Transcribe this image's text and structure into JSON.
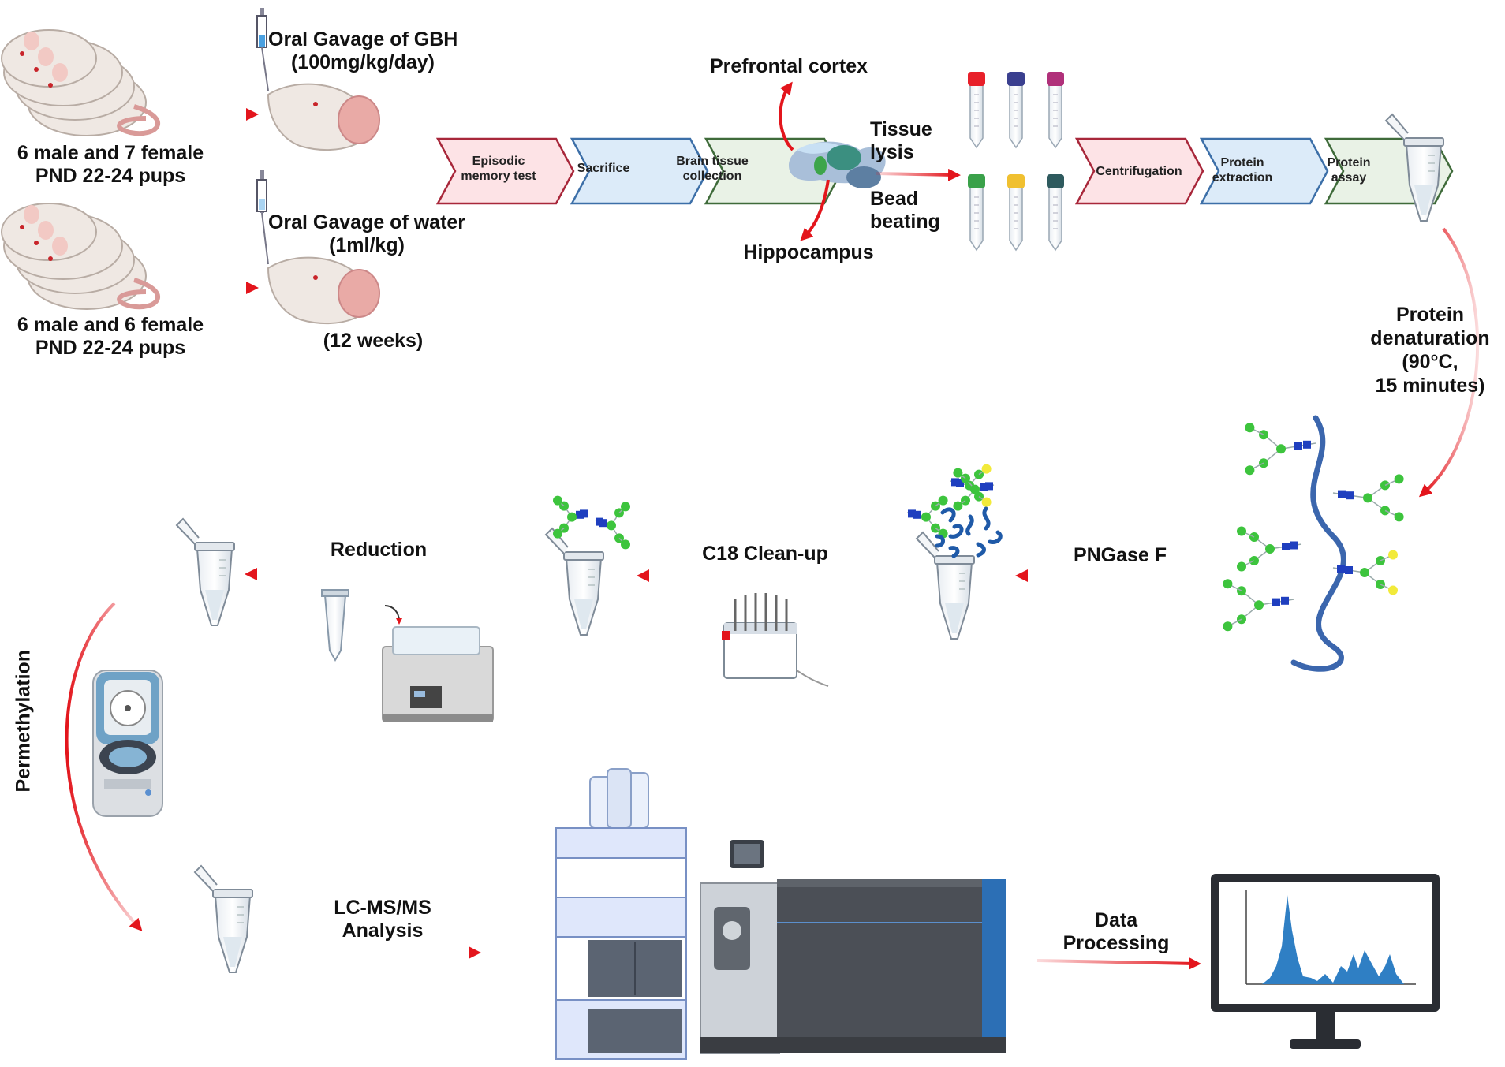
{
  "groups": {
    "gbh": {
      "animals": [
        "6 male and 7 female",
        "PND 22-24 pups"
      ],
      "treatment": [
        "Oral Gavage of GBH",
        "(100mg/kg/day)"
      ]
    },
    "water": {
      "animals": [
        "6 male and 6 female",
        "PND 22-24 pups"
      ],
      "treatment": [
        "Oral Gavage of water",
        "(1ml/kg)"
      ]
    },
    "duration": "(12 weeks)"
  },
  "pipeline_1": [
    {
      "lines": [
        "Episodic",
        "memory test"
      ],
      "color": "#fde3e6",
      "stroke": "#a8273a"
    },
    {
      "lines": [
        "Sacrifice"
      ],
      "color": "#dcebf9",
      "stroke": "#3c6fa8"
    },
    {
      "lines": [
        "Brain tissue",
        "collection"
      ],
      "color": "#e9f2e6",
      "stroke": "#3f6b3a"
    }
  ],
  "brain": {
    "region_top": "Prefrontal cortex",
    "region_bottom": "Hippocampus",
    "step_top": [
      "Tissue",
      "lysis"
    ],
    "step_bottom": [
      "Bead",
      "beating"
    ]
  },
  "tube_caps": [
    "#e8202a",
    "#3a3f8f",
    "#b0307a",
    "#3aa14a",
    "#f0c030",
    "#2e5a5e"
  ],
  "pipeline_2": [
    {
      "lines": [
        "Centrifugation"
      ],
      "color": "#fde3e6",
      "stroke": "#a8273a"
    },
    {
      "lines": [
        "Protein",
        "extraction"
      ],
      "color": "#dcebf9",
      "stroke": "#3c6fa8"
    },
    {
      "lines": [
        "Protein",
        "assay"
      ],
      "color": "#e9f2e6",
      "stroke": "#3f6b3a"
    }
  ],
  "denaturation": [
    "Protein",
    "denaturation",
    "(90°C,",
    "15 minutes)"
  ],
  "steps": {
    "pngase": "PNGase F",
    "c18": "C18 Clean-up",
    "reduction": "Reduction",
    "permethylation": "Permethylation",
    "lcms": [
      "LC-MS/MS",
      "Analysis"
    ],
    "data": [
      "Data",
      "Processing"
    ]
  },
  "colors": {
    "arrow": "#e3151c",
    "protein_chain": "#3b66ad",
    "glycan_blue": "#1f3fbf",
    "glycan_green": "#3dc43d",
    "glycan_yellow": "#f2ea3a",
    "chromatogram": "#2f7fc4"
  }
}
